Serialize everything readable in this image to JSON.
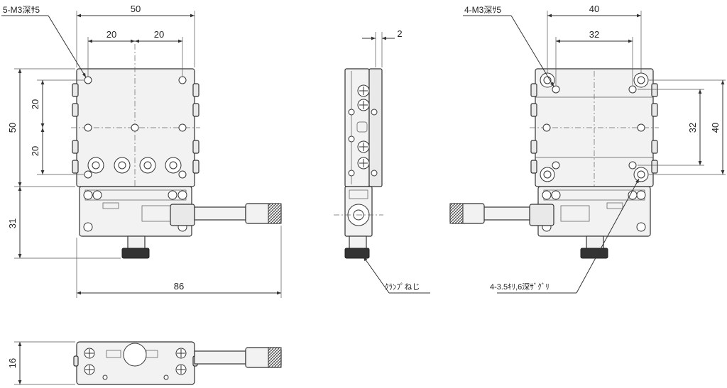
{
  "labels": {
    "tl_holes": "5-M3深ｻ5",
    "tr_holes": "4-M3深ｻ5",
    "clamp": "ｸﾗﾝﾌﾟねじ",
    "counterbore": "4-3.5ｷﾘ,6深ｻﾞｸﾞﾘ"
  },
  "dims": {
    "front_width_top": "50",
    "front_pitch_left": "20",
    "front_pitch_right": "20",
    "front_height": "50",
    "front_vpitch_top": "20",
    "front_vpitch_bottom": "20",
    "front_lower": "31",
    "front_total": "86",
    "side_thick": "2",
    "back_width": "40",
    "back_pitch": "32",
    "back_vpitch": "32",
    "back_height": "40",
    "bottom_height": "16"
  }
}
